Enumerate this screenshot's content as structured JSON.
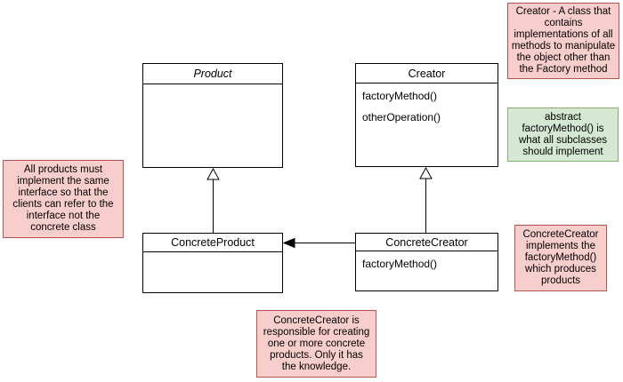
{
  "classes": {
    "product": {
      "name": "Product",
      "stereotype": "abstract"
    },
    "creator": {
      "name": "Creator",
      "methods": {
        "m1": "factoryMethod()",
        "m2": "otherOperation()"
      }
    },
    "concreteProduct": {
      "name": "ConcreteProduct"
    },
    "concreteCreator": {
      "name": "ConcreteCreator",
      "methods": {
        "m1": "factoryMethod()"
      }
    }
  },
  "notes": {
    "creatorNote": {
      "color": "pink",
      "text": "Creator - A class that\ncontains\nimplementations of all\nmethods to manipulate\nthe object other than\nthe Factory method"
    },
    "abstractFactoryNote": {
      "color": "green",
      "text": "abstract\nfactoryMethod() is\nwhat all subclasses\nshould implement"
    },
    "productsInterfaceNote": {
      "color": "pink",
      "text": "All products must\nimplement the same\ninterface so that the\nclients can refer to the\ninterface not the\nconcrete class"
    },
    "concreteCreatorNote": {
      "color": "pink",
      "text": "ConcreteCreator\nimplements the\nfactoryMethod()\nwhich produces\nproducts"
    },
    "knowledgeNote": {
      "color": "pink",
      "text": "ConcreteCreator is\nresponsible for creating\none or more concrete\nproducts. Only it has\nthe knowledge."
    }
  },
  "relationships": [
    {
      "from": "ConcreteProduct",
      "to": "Product",
      "type": "generalization"
    },
    {
      "from": "ConcreteCreator",
      "to": "Creator",
      "type": "generalization"
    },
    {
      "from": "ConcreteCreator",
      "to": "ConcreteProduct",
      "type": "creates"
    }
  ],
  "colors": {
    "noteRedFill": "#f8cecc",
    "noteRedBorder": "#b85450",
    "noteGreenFill": "#d5e8d4",
    "noteGreenBorder": "#82b366",
    "classFill": "#ffffff",
    "classBorder": "#000000",
    "background": "#ffffff"
  }
}
